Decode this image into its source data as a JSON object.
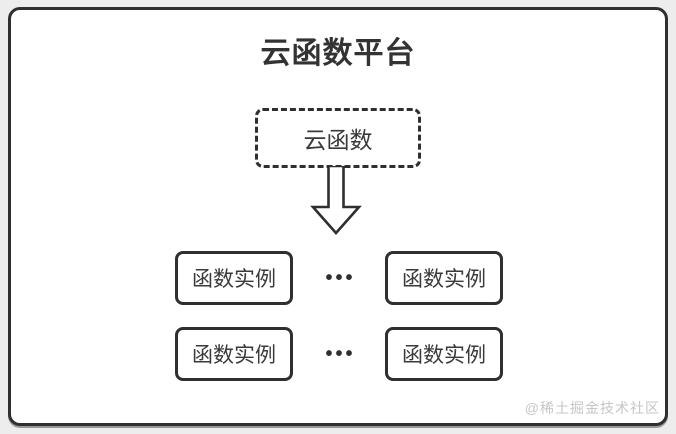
{
  "page": {
    "background_color": "#ededed",
    "panel_background": "#ffffff",
    "border_color": "#2f2f2f",
    "watermark_color": "#c6c6c6",
    "watermark": "@稀土掘金技术社区"
  },
  "diagram": {
    "title": "云函数平台",
    "cloud_function": {
      "label": "云函数",
      "border_style": "dashed"
    },
    "arrow": {
      "direction": "down",
      "style": "hollow-outline"
    },
    "instance_rows": [
      {
        "left": "函数实例",
        "ellipsis": "•••",
        "right": "函数实例"
      },
      {
        "left": "函数实例",
        "ellipsis": "•••",
        "right": "函数实例"
      }
    ]
  }
}
